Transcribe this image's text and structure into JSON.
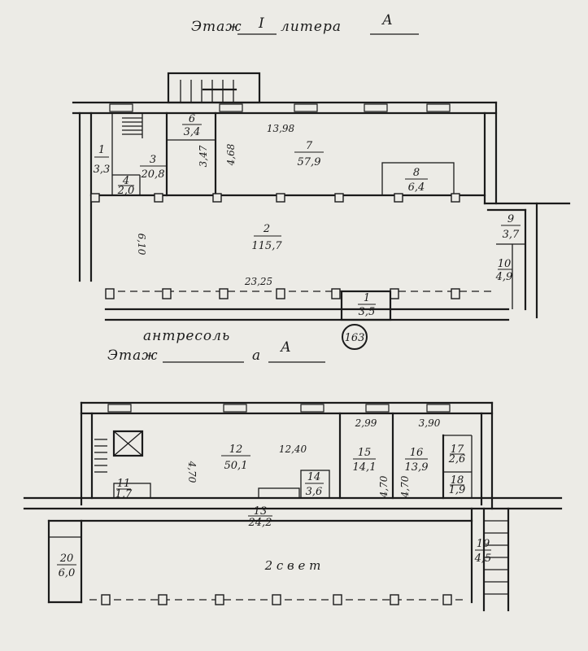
{
  "header_top": {
    "prefix": "Этаж",
    "number": "I",
    "mid": "литера",
    "letter": "А"
  },
  "header_mezz": {
    "handwritten": "антресоль",
    "prefix": "Этаж",
    "mid": "а",
    "letter": "А"
  },
  "stamp": "163",
  "floor1": {
    "rooms": [
      {
        "num": "6",
        "area": "3,4"
      },
      {
        "num": "1",
        "area": "3,3"
      },
      {
        "num": "3",
        "area": "20,8"
      },
      {
        "num": "4",
        "area": "2,0"
      },
      {
        "num": "7",
        "area": "57,9"
      },
      {
        "num": "8",
        "area": "6,4"
      },
      {
        "num": "2",
        "area": "115,7"
      },
      {
        "num": "9",
        "area": "3,7"
      },
      {
        "num": "10",
        "area": "4,9"
      },
      {
        "num": "1",
        "area": "3,5"
      }
    ],
    "dims": [
      "13,98",
      "4,68",
      "3,47",
      "6,10",
      "23,25"
    ]
  },
  "mezz": {
    "rooms": [
      {
        "num": "12",
        "area": "50,1"
      },
      {
        "num": "11",
        "area": "1,7"
      },
      {
        "num": "14",
        "area": "3,6"
      },
      {
        "num": "15",
        "area": "14,1"
      },
      {
        "num": "16",
        "area": "13,9"
      },
      {
        "num": "17",
        "area": "2,6"
      },
      {
        "num": "18",
        "area": "1,9"
      },
      {
        "num": "13",
        "area": "24,2"
      },
      {
        "num": "19",
        "area": "4,5"
      },
      {
        "num": "20",
        "area": "6,0"
      }
    ],
    "dims": [
      "12,40",
      "2,99",
      "3,90",
      "4,70",
      "4,70",
      "4,70"
    ],
    "void_label": "2  с в е т"
  }
}
